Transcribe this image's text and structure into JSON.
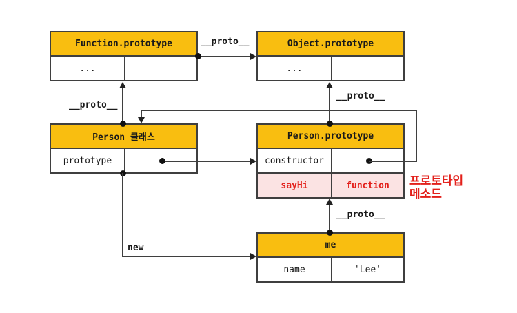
{
  "colors": {
    "header_bg": "#F9BE10",
    "pink_bg": "#FBE3E3",
    "red": "#E3201B",
    "line": "#3F3F3F"
  },
  "boxes": {
    "fn": {
      "title": "Function.prototype",
      "rows": [
        {
          "key": "...",
          "value": ""
        }
      ]
    },
    "obj": {
      "title": "Object.prototype",
      "rows": [
        {
          "key": "...",
          "value": ""
        }
      ]
    },
    "person": {
      "title": "Person 클래스",
      "rows": [
        {
          "key": "prototype",
          "value": ""
        }
      ]
    },
    "pproto": {
      "title": "Person.prototype",
      "rows": [
        {
          "key": "constructor",
          "value": ""
        },
        {
          "key": "sayHi",
          "value": "function"
        }
      ]
    },
    "me": {
      "title": "me",
      "rows": [
        {
          "key": "name",
          "value": "'Lee'"
        }
      ]
    }
  },
  "labels": {
    "proto_top": "__proto__",
    "proto_left": "__proto__",
    "proto_right": "__proto__",
    "proto_me": "__proto__",
    "new_label": "new"
  },
  "annotation": {
    "line1": "프로토타입",
    "line2": "메소드"
  }
}
